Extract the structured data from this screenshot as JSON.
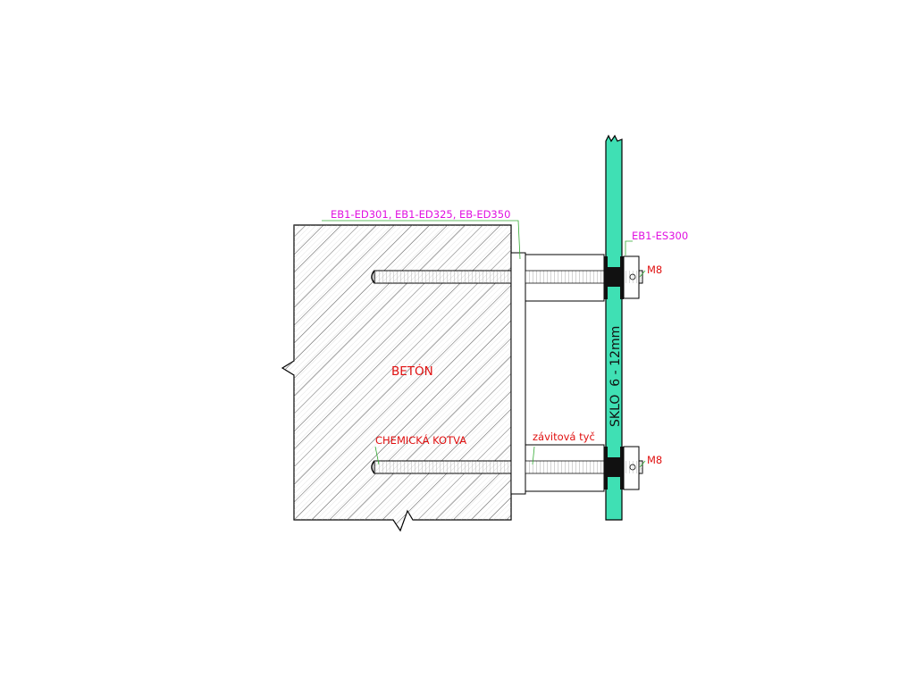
{
  "labels": {
    "concrete": "BETÓN",
    "chemical_anchor": "CHEMICKÁ KOTVA",
    "threaded_rod": "závitová tyč",
    "standoff_codes": "EB1-ED301, EB1-ED325, EB-ED350",
    "cap_code": "EB1-ES300",
    "bolt_top": "M8",
    "bolt_bottom": "M8",
    "glass": "SKLO  6 - 12mm"
  },
  "colors": {
    "glass": "#3fe0b4",
    "outline": "#000000",
    "hatch": "#444444",
    "leader": "#33aa33",
    "label_red": "#e01010",
    "label_magenta": "#e010e0",
    "gasket": "#111111"
  }
}
